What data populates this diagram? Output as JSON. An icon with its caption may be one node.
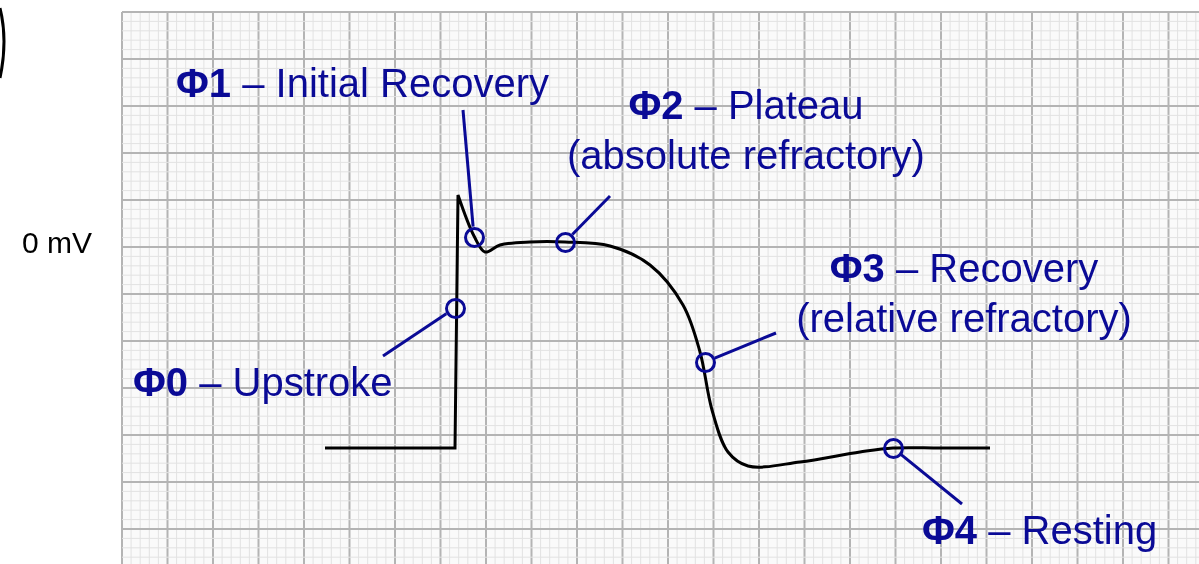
{
  "diagram": {
    "nodes": [
      {
        "text": [
          "**Φ1** – Initial Recovery"
        ]
      },
      {
        "text": [
          "**Φ2** – Plateau (absolute refractory)"
        ]
      },
      {
        "text": [
          "**Φ3** – Recovery (relative refractory)"
        ]
      },
      {
        "text": [
          "**Φ0** – Upstroke"
        ]
      },
      {
        "text": [
          "**Φ4** – Resting"
        ]
      },
      {
        "text": [],
        "shape": "circle"
      },
      {
        "text": [],
        "shape": "circle"
      },
      {
        "text": [],
        "shape": "circle"
      },
      {
        "text": [],
        "shape": "circle"
      },
      {
        "text": [],
        "shape": "circle"
      }
    ],
    "edges": [
      {
        "from": 0,
        "to": 6,
        "arrow": "none"
      },
      {
        "from": 1,
        "to": 7,
        "arrow": "none"
      },
      {
        "from": 2,
        "to": 8,
        "arrow": "none"
      },
      {
        "from": 3,
        "to": 5,
        "arrow": "none"
      },
      {
        "from": 4,
        "to": 9,
        "arrow": "none"
      }
    ],
    "labels": [
      "0 mV"
    ]
  }
}
